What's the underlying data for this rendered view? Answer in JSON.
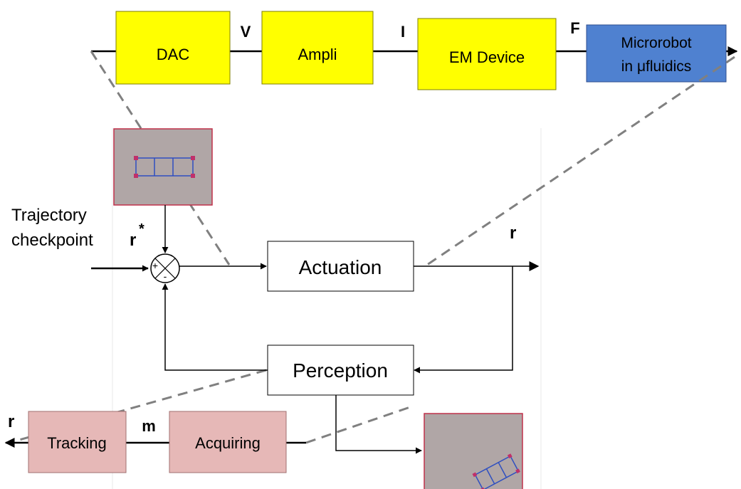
{
  "top_chain": {
    "dac": "DAC",
    "ampli": "Ampli",
    "em_device": "EM Device",
    "microrobot_line1": "Microrobot",
    "microrobot_line2": "in μfluidics",
    "signal_v": "V",
    "signal_i": "I",
    "signal_f": "F"
  },
  "control_loop": {
    "input_label_line1": "Trajectory",
    "input_label_line2": "checkpoint",
    "reference": "r",
    "reference_sup": "*",
    "plus": "+",
    "minus": "-",
    "actuation": "Actuation",
    "perception": "Perception",
    "output": "r"
  },
  "bottom_chain": {
    "tracking": "Tracking",
    "acquiring": "Acquiring",
    "signal_m": "m",
    "output": "r"
  },
  "colors": {
    "yellow_block": "#ffff00",
    "blue_block": "#4f81d0",
    "pink_block": "#e6b8b7",
    "image_bg": "#b0a6a6",
    "image_border": "#c0304a",
    "robot_outline": "#2f4fc0",
    "robot_corner": "#c0306a",
    "dashed_line": "#808080"
  }
}
